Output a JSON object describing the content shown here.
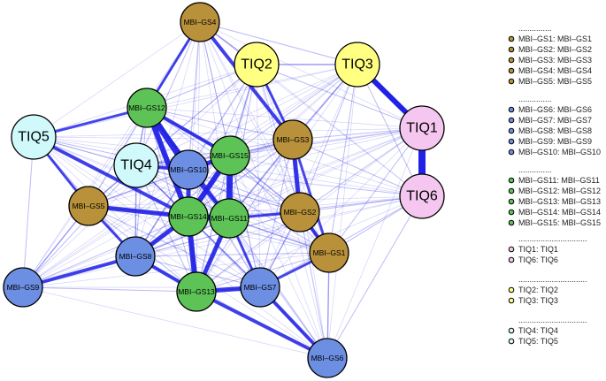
{
  "network": {
    "colors": {
      "brown": "#B8913A",
      "green": "#5DC356",
      "blue": "#6C8FE3",
      "yellow": "#FFFF82",
      "pink": "#F5C7F0",
      "cyan": "#CFF9FA",
      "edge": "#2222E6"
    },
    "nodes": [
      {
        "id": "MBI-GS1",
        "label": "MBI–GS1",
        "group": "brown"
      },
      {
        "id": "MBI-GS2",
        "label": "MBI–GS2",
        "group": "brown"
      },
      {
        "id": "MBI-GS3",
        "label": "MBI–GS3",
        "group": "brown"
      },
      {
        "id": "MBI-GS4",
        "label": "MBI–GS4",
        "group": "brown"
      },
      {
        "id": "MBI-GS5",
        "label": "MBI–GS5",
        "group": "brown"
      },
      {
        "id": "MBI-GS6",
        "label": "MBI–GS6",
        "group": "blue"
      },
      {
        "id": "MBI-GS7",
        "label": "MBI–GS7",
        "group": "blue"
      },
      {
        "id": "MBI-GS8",
        "label": "MBI–GS8",
        "group": "blue"
      },
      {
        "id": "MBI-GS9",
        "label": "MBI–GS9",
        "group": "blue"
      },
      {
        "id": "MBI-GS10",
        "label": "MBI–GS10",
        "group": "blue"
      },
      {
        "id": "MBI-GS11",
        "label": "MBI–GS11",
        "group": "green"
      },
      {
        "id": "MBI-GS12",
        "label": "MBI–GS12",
        "group": "green"
      },
      {
        "id": "MBI-GS13",
        "label": "MBI–GS13",
        "group": "green"
      },
      {
        "id": "MBI-GS14",
        "label": "MBI–GS14",
        "group": "green"
      },
      {
        "id": "MBI-GS15",
        "label": "MBI–GS15",
        "group": "green"
      },
      {
        "id": "TIQ1",
        "label": "TIQ1",
        "group": "pink"
      },
      {
        "id": "TIQ2",
        "label": "TIQ2",
        "group": "yellow"
      },
      {
        "id": "TIQ3",
        "label": "TIQ3",
        "group": "yellow"
      },
      {
        "id": "TIQ4",
        "label": "TIQ4",
        "group": "cyan"
      },
      {
        "id": "TIQ5",
        "label": "TIQ5",
        "group": "cyan"
      },
      {
        "id": "TIQ6",
        "label": "TIQ6",
        "group": "pink"
      }
    ]
  },
  "legend": {
    "groups": [
      {
        "heading": "...............",
        "items": [
          {
            "text": "MBI–GS1: MBI–GS1",
            "group": "brown"
          },
          {
            "text": "MBI–GS2: MBI–GS2",
            "group": "brown"
          },
          {
            "text": "MBI–GS3: MBI–GS3",
            "group": "brown"
          },
          {
            "text": "MBI–GS4: MBI–GS4",
            "group": "brown"
          },
          {
            "text": "MBI–GS5: MBI–GS5",
            "group": "brown"
          }
        ]
      },
      {
        "heading": "...............",
        "items": [
          {
            "text": "MBI–GS6: MBI–GS6",
            "group": "blue"
          },
          {
            "text": "MBI–GS7: MBI–GS7",
            "group": "blue"
          },
          {
            "text": "MBI–GS8: MBI–GS8",
            "group": "blue"
          },
          {
            "text": "MBI–GS9: MBI–GS9",
            "group": "blue"
          },
          {
            "text": "MBI–GS10: MBI–GS10",
            "group": "blue"
          }
        ]
      },
      {
        "heading": "...............",
        "items": [
          {
            "text": "MBI–GS11: MBI–GS11",
            "group": "green"
          },
          {
            "text": "MBI–GS12: MBI–GS12",
            "group": "green"
          },
          {
            "text": "MBI–GS13: MBI–GS13",
            "group": "green"
          },
          {
            "text": "MBI–GS14: MBI–GS14",
            "group": "green"
          },
          {
            "text": "MBI–GS15: MBI–GS15",
            "group": "green"
          }
        ]
      },
      {
        "heading": "...............................",
        "items": [
          {
            "text": "TIQ1: TIQ1",
            "group": "pink"
          },
          {
            "text": "TIQ6: TIQ6",
            "group": "pink"
          }
        ]
      },
      {
        "heading": "...............................",
        "items": [
          {
            "text": "TIQ2: TIQ2",
            "group": "yellow"
          },
          {
            "text": "TIQ3: TIQ3",
            "group": "yellow"
          }
        ]
      },
      {
        "heading": "...............................",
        "items": [
          {
            "text": "TIQ4: TIQ4",
            "group": "cyan"
          },
          {
            "text": "TIQ5: TIQ5",
            "group": "cyan"
          }
        ]
      }
    ]
  }
}
